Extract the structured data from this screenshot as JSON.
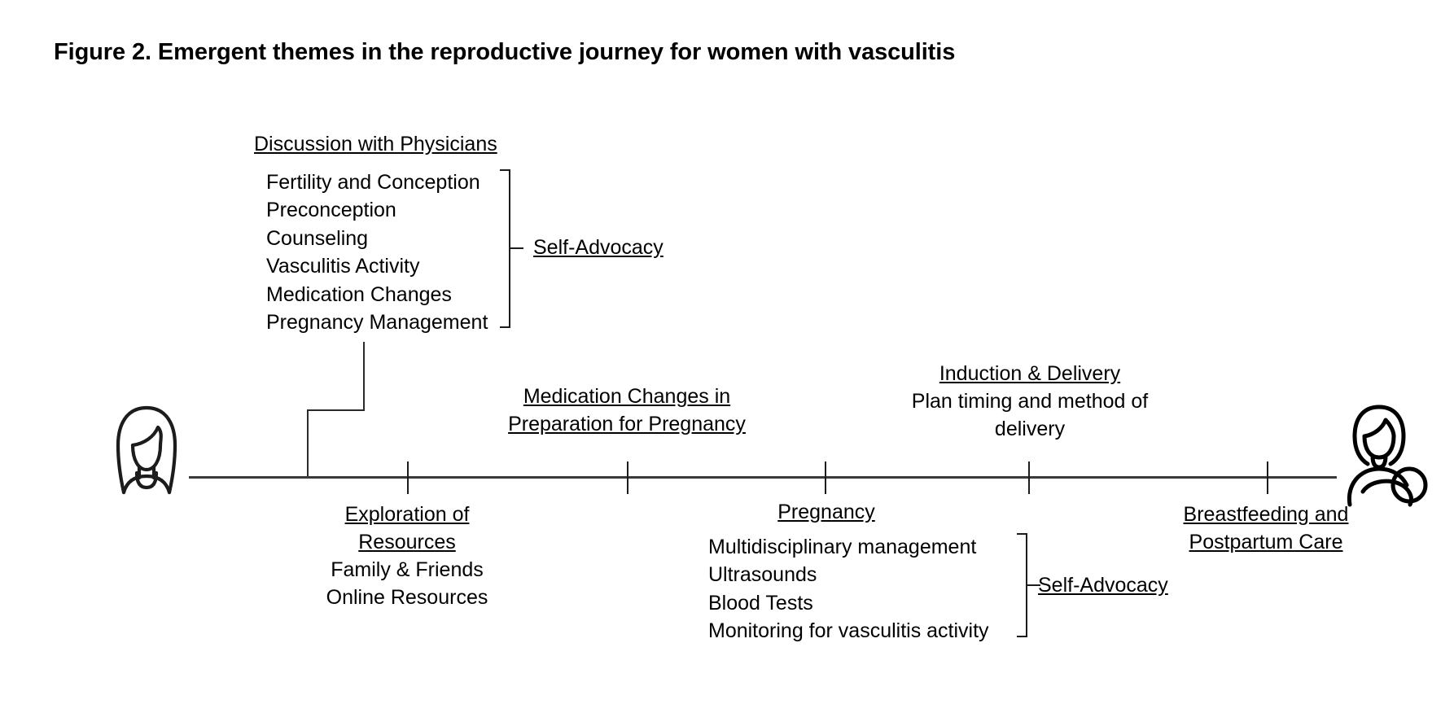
{
  "figure": {
    "title": "Figure 2. Emergent themes in the reproductive journey for women with vasculitis"
  },
  "timeline": {
    "axis_label": "reproductive-journey-timeline",
    "tick_count": 5,
    "start_icon": "woman-icon",
    "end_icon": "mother-with-baby-icon"
  },
  "blocks": {
    "physicians": {
      "heading": "Discussion with Physicians",
      "items": [
        "Fertility and Conception",
        "Preconception",
        "Counseling",
        "Vasculitis Activity",
        "Medication Changes",
        "Pregnancy Management"
      ],
      "bracket_label": "Self-Advocacy"
    },
    "exploration": {
      "heading_line1": "Exploration of",
      "heading_line2": "Resources",
      "items": [
        "Family & Friends",
        "Online Resources"
      ]
    },
    "medication_prep": {
      "heading_line1": "Medication Changes in",
      "heading_line2": "Preparation for Pregnancy"
    },
    "pregnancy": {
      "heading": "Pregnancy",
      "items": [
        "Multidisciplinary management",
        "Ultrasounds",
        "Blood Tests",
        "Monitoring for vasculitis activity"
      ],
      "bracket_label": "Self-Advocacy"
    },
    "induction": {
      "heading": "Induction & Delivery",
      "description_line1": "Plan timing and method of",
      "description_line2": "delivery"
    },
    "breastfeeding": {
      "heading_line1": "Breastfeeding and",
      "heading_line2": "Postpartum Care"
    }
  },
  "colors": {
    "ink": "#000000",
    "line": "#1c1c1c",
    "axis": "#3a3a3a",
    "background": "#ffffff"
  }
}
